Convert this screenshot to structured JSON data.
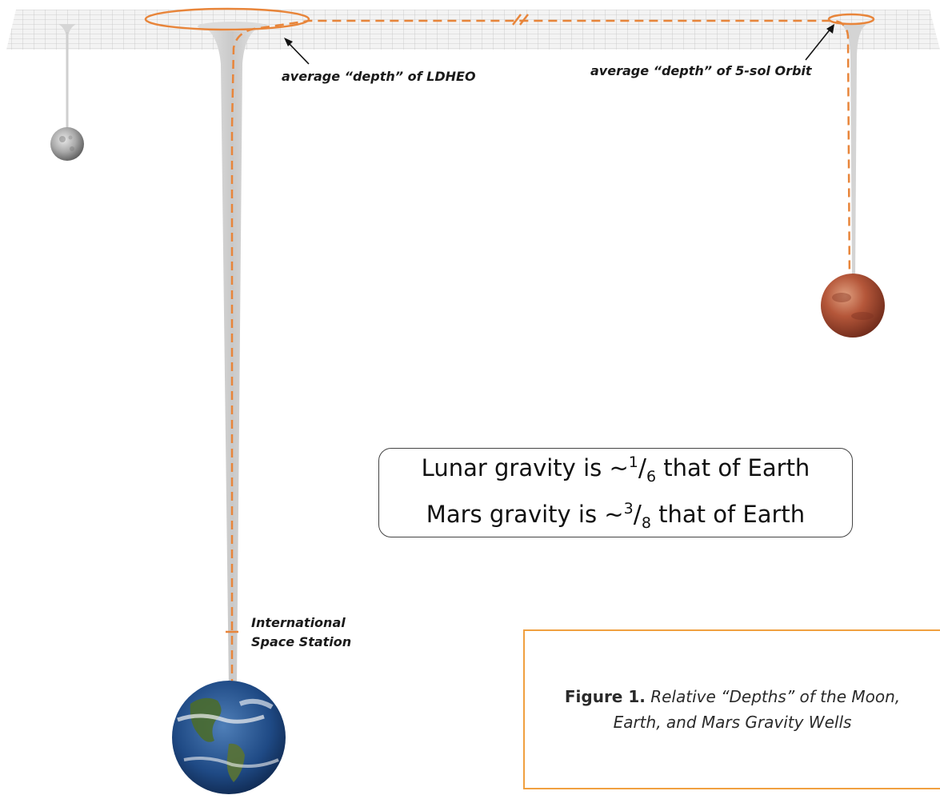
{
  "labels": {
    "ldheo": "average “depth” of LDHEO",
    "five_sol": "average “depth” of 5-sol Orbit",
    "iss_line1": "International",
    "iss_line2": "Space Station"
  },
  "gravity_box": {
    "line1_prefix": "Lunar gravity is ~",
    "line1_num": "1",
    "line1_den": "6",
    "line1_suffix": " that of Earth",
    "line2_prefix": "Mars gravity is ~",
    "line2_num": "3",
    "line2_den": "8",
    "line2_suffix": " that of Earth"
  },
  "caption": {
    "bold": "Figure 1.",
    "italic_line1": "Relative “Depths” of the Moon,",
    "italic_line2": "Earth, and Mars Gravity Wells"
  },
  "colors": {
    "path": "#e8853a",
    "grid": "#bdbdbd",
    "well": "#cfcfcf",
    "caption_border": "#f0a040"
  },
  "bodies": [
    "moon",
    "earth",
    "mars"
  ]
}
